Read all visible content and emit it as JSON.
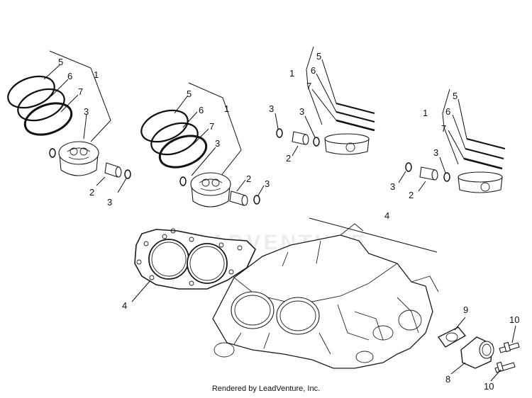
{
  "diagram": {
    "watermark": "LEADVENTURE",
    "credit": "Rendered by LeadVenture, Inc.",
    "callouts": {
      "g1": {
        "c1": "1",
        "c2": "2",
        "c3a": "3",
        "c3b": "3",
        "c5": "5",
        "c6": "6",
        "c7": "7"
      },
      "g2": {
        "c1": "1",
        "c2": "2",
        "c3a": "3",
        "c3b": "3",
        "c5": "5",
        "c6": "6",
        "c7": "7"
      },
      "g3": {
        "c1": "1",
        "c2": "2",
        "c3a": "3",
        "c3b": "3",
        "c5": "5",
        "c6": "6",
        "c7": "7"
      },
      "g4": {
        "c1": "1",
        "c2": "2",
        "c3a": "3",
        "c3b": "3",
        "c5": "5",
        "c6": "6",
        "c7": "7"
      },
      "gasket": "4",
      "block": "4",
      "cover": "8",
      "oring": "9",
      "bolt_top": "10",
      "bolt_bottom": "10"
    }
  }
}
